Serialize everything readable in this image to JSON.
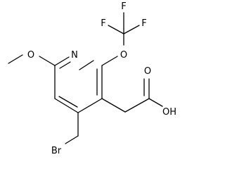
{
  "molecule": {
    "atoms": {
      "F_top": "F",
      "F_left": "F",
      "F_right": "F",
      "O_trifluoromethoxy": "O",
      "O_methoxy": "O",
      "N_ring": "N",
      "O_carbonyl": "O",
      "OH_acid": "OH",
      "Br": "Br"
    }
  }
}
